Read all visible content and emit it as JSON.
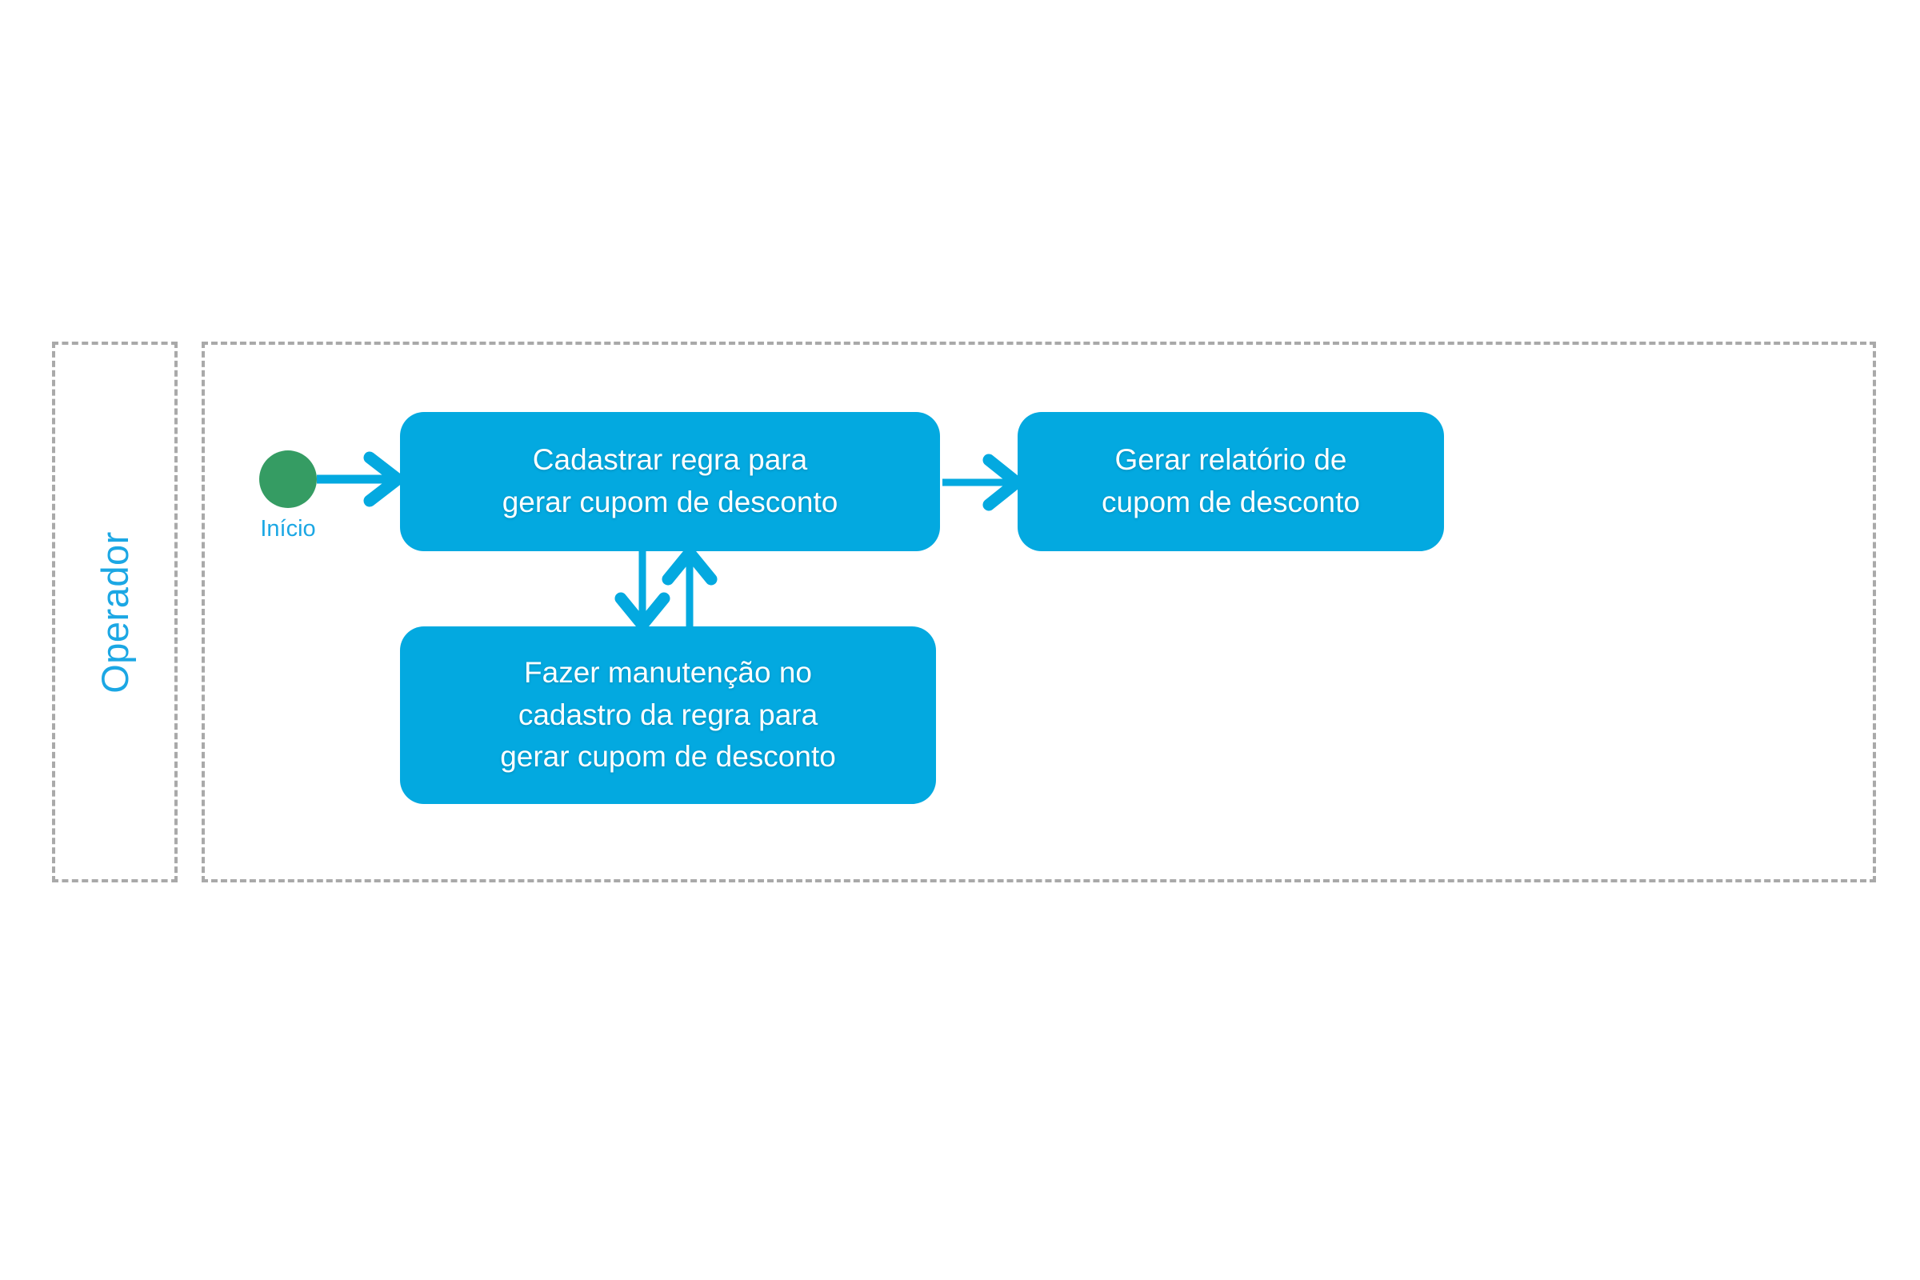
{
  "diagram": {
    "type": "uml-activity-swimlane",
    "lane": {
      "title": "Operador"
    },
    "start_node": {
      "label": "Início",
      "color": "#359c63"
    },
    "activities": [
      {
        "id": "cadastrar",
        "label": "Cadastrar regra para\ngerar cupom de desconto",
        "color": "#03a9e0"
      },
      {
        "id": "relatorio",
        "label": "Gerar relatório de\ncupom de desconto",
        "color": "#03a9e0"
      },
      {
        "id": "manutencao",
        "label": "Fazer manutenção no\ncadastro da regra para\ngerar cupom de desconto",
        "color": "#03a9e0"
      }
    ],
    "connectors": [
      {
        "id": "start-to-cadastrar",
        "from": "start_node",
        "to": "cadastrar",
        "direction": "right"
      },
      {
        "id": "cadastrar-to-relatorio",
        "from": "cadastrar",
        "to": "relatorio",
        "direction": "right"
      },
      {
        "id": "cadastrar-to-manutencao",
        "from": "cadastrar",
        "to": "manutencao",
        "direction": "down"
      },
      {
        "id": "manutencao-to-cadastrar",
        "from": "manutencao",
        "to": "cadastrar",
        "direction": "up"
      }
    ],
    "colors": {
      "accent_blue": "#03a9e0",
      "label_blue": "#1ba7e4",
      "start_green": "#359c63",
      "lane_border": "#a9a9a9",
      "background": "#ffffff"
    }
  }
}
